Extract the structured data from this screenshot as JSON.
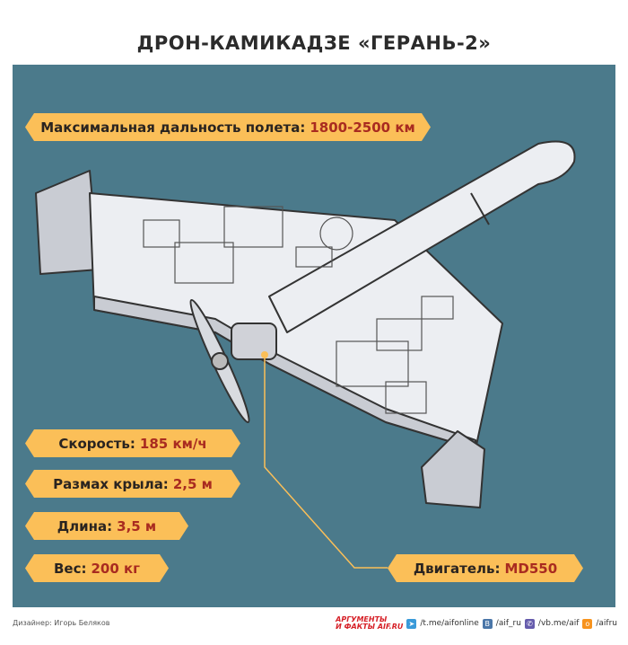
{
  "title": "ДРОН-КАМИКАДЗЕ «ГЕРАНЬ-2»",
  "specs": {
    "range": {
      "label": "Максимальная дальность полета:",
      "value": "1800-2500 км"
    },
    "speed": {
      "label": "Скорость:",
      "value": "185 км/ч"
    },
    "wingspan": {
      "label": "Размах крыла:",
      "value": "2,5 м"
    },
    "length": {
      "label": "Длина:",
      "value": "3,5 м"
    },
    "weight": {
      "label": "Вес:",
      "value": "200 кг"
    },
    "engine": {
      "label": "Двигатель:",
      "value": "MD550"
    }
  },
  "footer": {
    "designer": "Дизайнер: Игорь Беляков",
    "logo_line1": "АРГУМЕНТЫ",
    "logo_line2": "И ФАКТЫ AIF.RU",
    "links": [
      "/t.me/aifonline",
      "/aif_ru",
      "/vb.me/aif",
      "/aifru"
    ]
  },
  "colors": {
    "panel": "#4b7a8b",
    "banner": "#fbbf58",
    "value": "#a92b20"
  }
}
